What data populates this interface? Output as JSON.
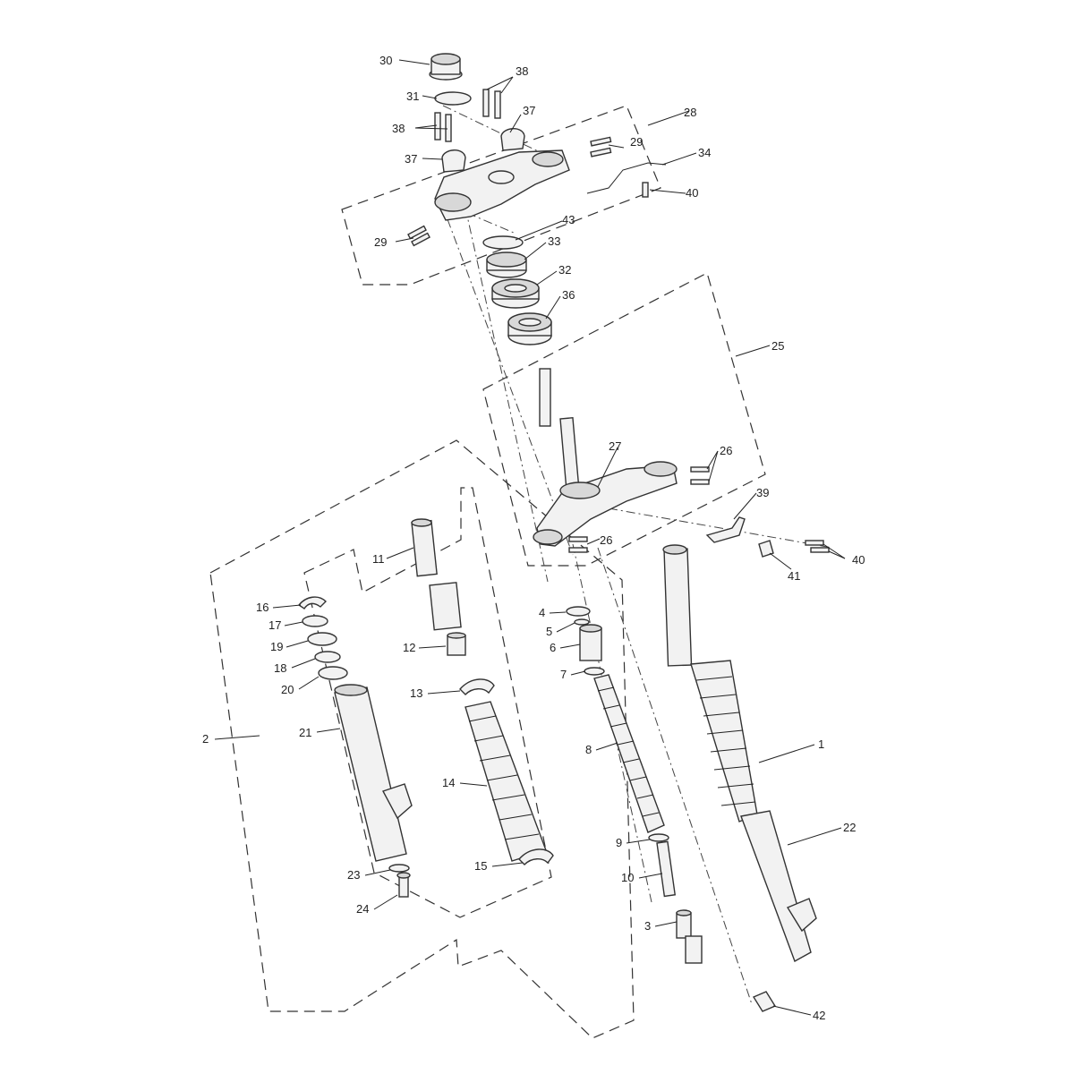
{
  "callouts": {
    "c1": "1",
    "c2": "2",
    "c3": "3",
    "c4": "4",
    "c5": "5",
    "c6": "6",
    "c7": "7",
    "c8": "8",
    "c9": "9",
    "c10": "10",
    "c11": "11",
    "c12": "12",
    "c13": "13",
    "c14": "14",
    "c15": "15",
    "c16": "16",
    "c17": "17",
    "c18": "18",
    "c19": "19",
    "c20": "20",
    "c21": "21",
    "c22": "22",
    "c23": "23",
    "c24": "24",
    "c25": "25",
    "c26a": "26",
    "c26b": "26",
    "c27": "27",
    "c28": "28",
    "c29a": "29",
    "c29b": "29",
    "c30": "30",
    "c31": "31",
    "c32": "32",
    "c33": "33",
    "c34": "34",
    "c36": "36",
    "c37a": "37",
    "c37b": "37",
    "c38a": "38",
    "c38b": "38",
    "c39": "39",
    "c40a": "40",
    "c40b": "40",
    "c41": "41",
    "c42": "42",
    "c43": "43"
  }
}
